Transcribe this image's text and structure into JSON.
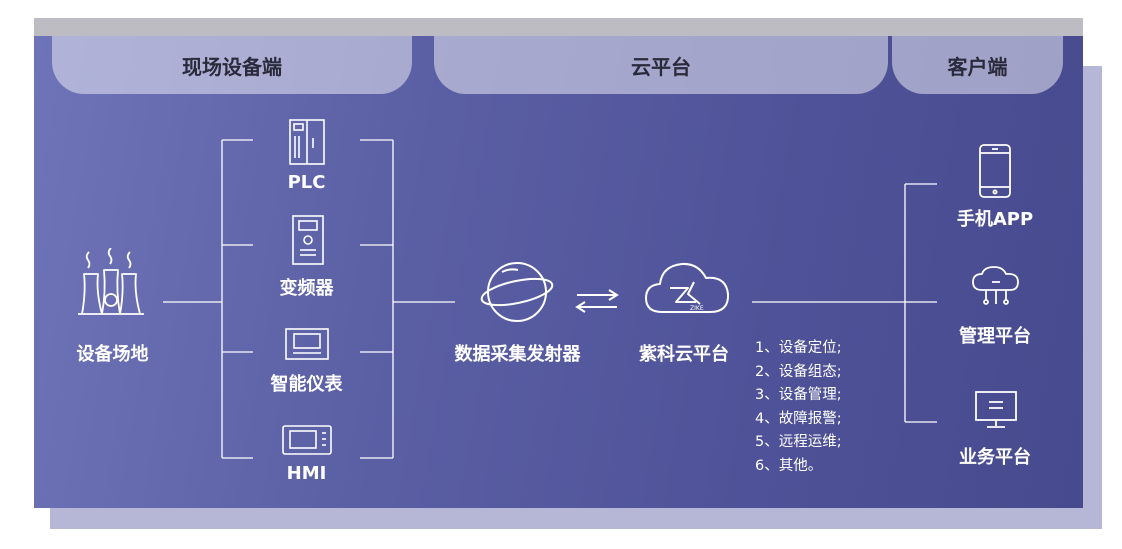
{
  "headers": {
    "field": "现场设备端",
    "cloud": "云平台",
    "client": "客户端"
  },
  "site": {
    "label": "设备场地"
  },
  "devices": [
    {
      "label": "PLC",
      "icon": "plc-cabinet-icon"
    },
    {
      "label": "变频器",
      "icon": "inverter-icon"
    },
    {
      "label": "智能仪表",
      "icon": "smart-meter-icon"
    },
    {
      "label": "HMI",
      "icon": "hmi-screen-icon"
    }
  ],
  "transmitter": {
    "label": "数据采集发射器"
  },
  "cloud": {
    "label": "紫科云平台",
    "logo_text": "ZIKE"
  },
  "features": [
    "1、设备定位;",
    "2、设备组态;",
    "3、设备管理;",
    "4、故障报警;",
    "5、远程运维;",
    "6、其他。"
  ],
  "clients": [
    {
      "label": "手机APP",
      "icon": "smartphone-icon"
    },
    {
      "label": "管理平台",
      "icon": "cloud-network-icon"
    },
    {
      "label": "业务平台",
      "icon": "monitor-icon"
    }
  ],
  "colors": {
    "panel": "#5b5fa4",
    "tab": "#e8e8f2",
    "line": "#ffffff",
    "shadow": "#b6b6d6"
  }
}
